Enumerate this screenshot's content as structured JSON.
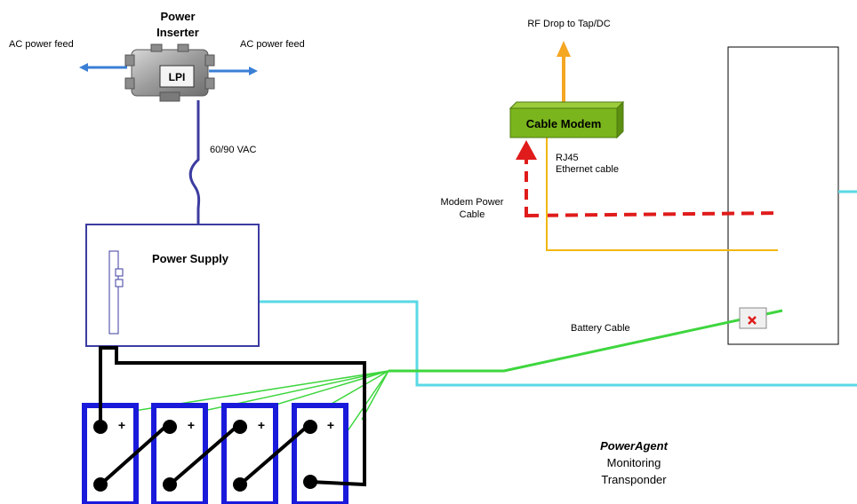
{
  "labels": {
    "power_inserter_line1": "Power",
    "power_inserter_line2": "Inserter",
    "ac_feed_left": "AC power feed",
    "ac_feed_right": "AC power feed",
    "inserter_logo": "LPI",
    "vac": "60/90 VAC",
    "power_supply": "Power Supply",
    "rf_drop": "RF Drop to Tap/DC",
    "cable_modem": "Cable Modem",
    "rj45_line1": "RJ45",
    "rj45_line2": "Ethernet cable",
    "modem_power_line1": "Modem Power",
    "modem_power_line2": "Cable",
    "battery_cable": "Battery Cable",
    "poweragent_line1": "PowerAgent",
    "poweragent_line2": "Monitoring",
    "poweragent_line3": "Transponder",
    "plus": "+"
  },
  "colors": {
    "ac_arrow": "#3a7fd5",
    "supply_box": "#3c3ca0",
    "vac_cable": "#3c3ca0",
    "rf_arrow": "#f5a623",
    "modem_fill": "#7ab51d",
    "modem_power": "#e01b1b",
    "ethernet": "#f2b70f",
    "cyan_cable": "#5ad8e6",
    "battery_cable": "#3ed63e",
    "battery_frame": "#1a1adb",
    "black_cable": "#000000"
  }
}
